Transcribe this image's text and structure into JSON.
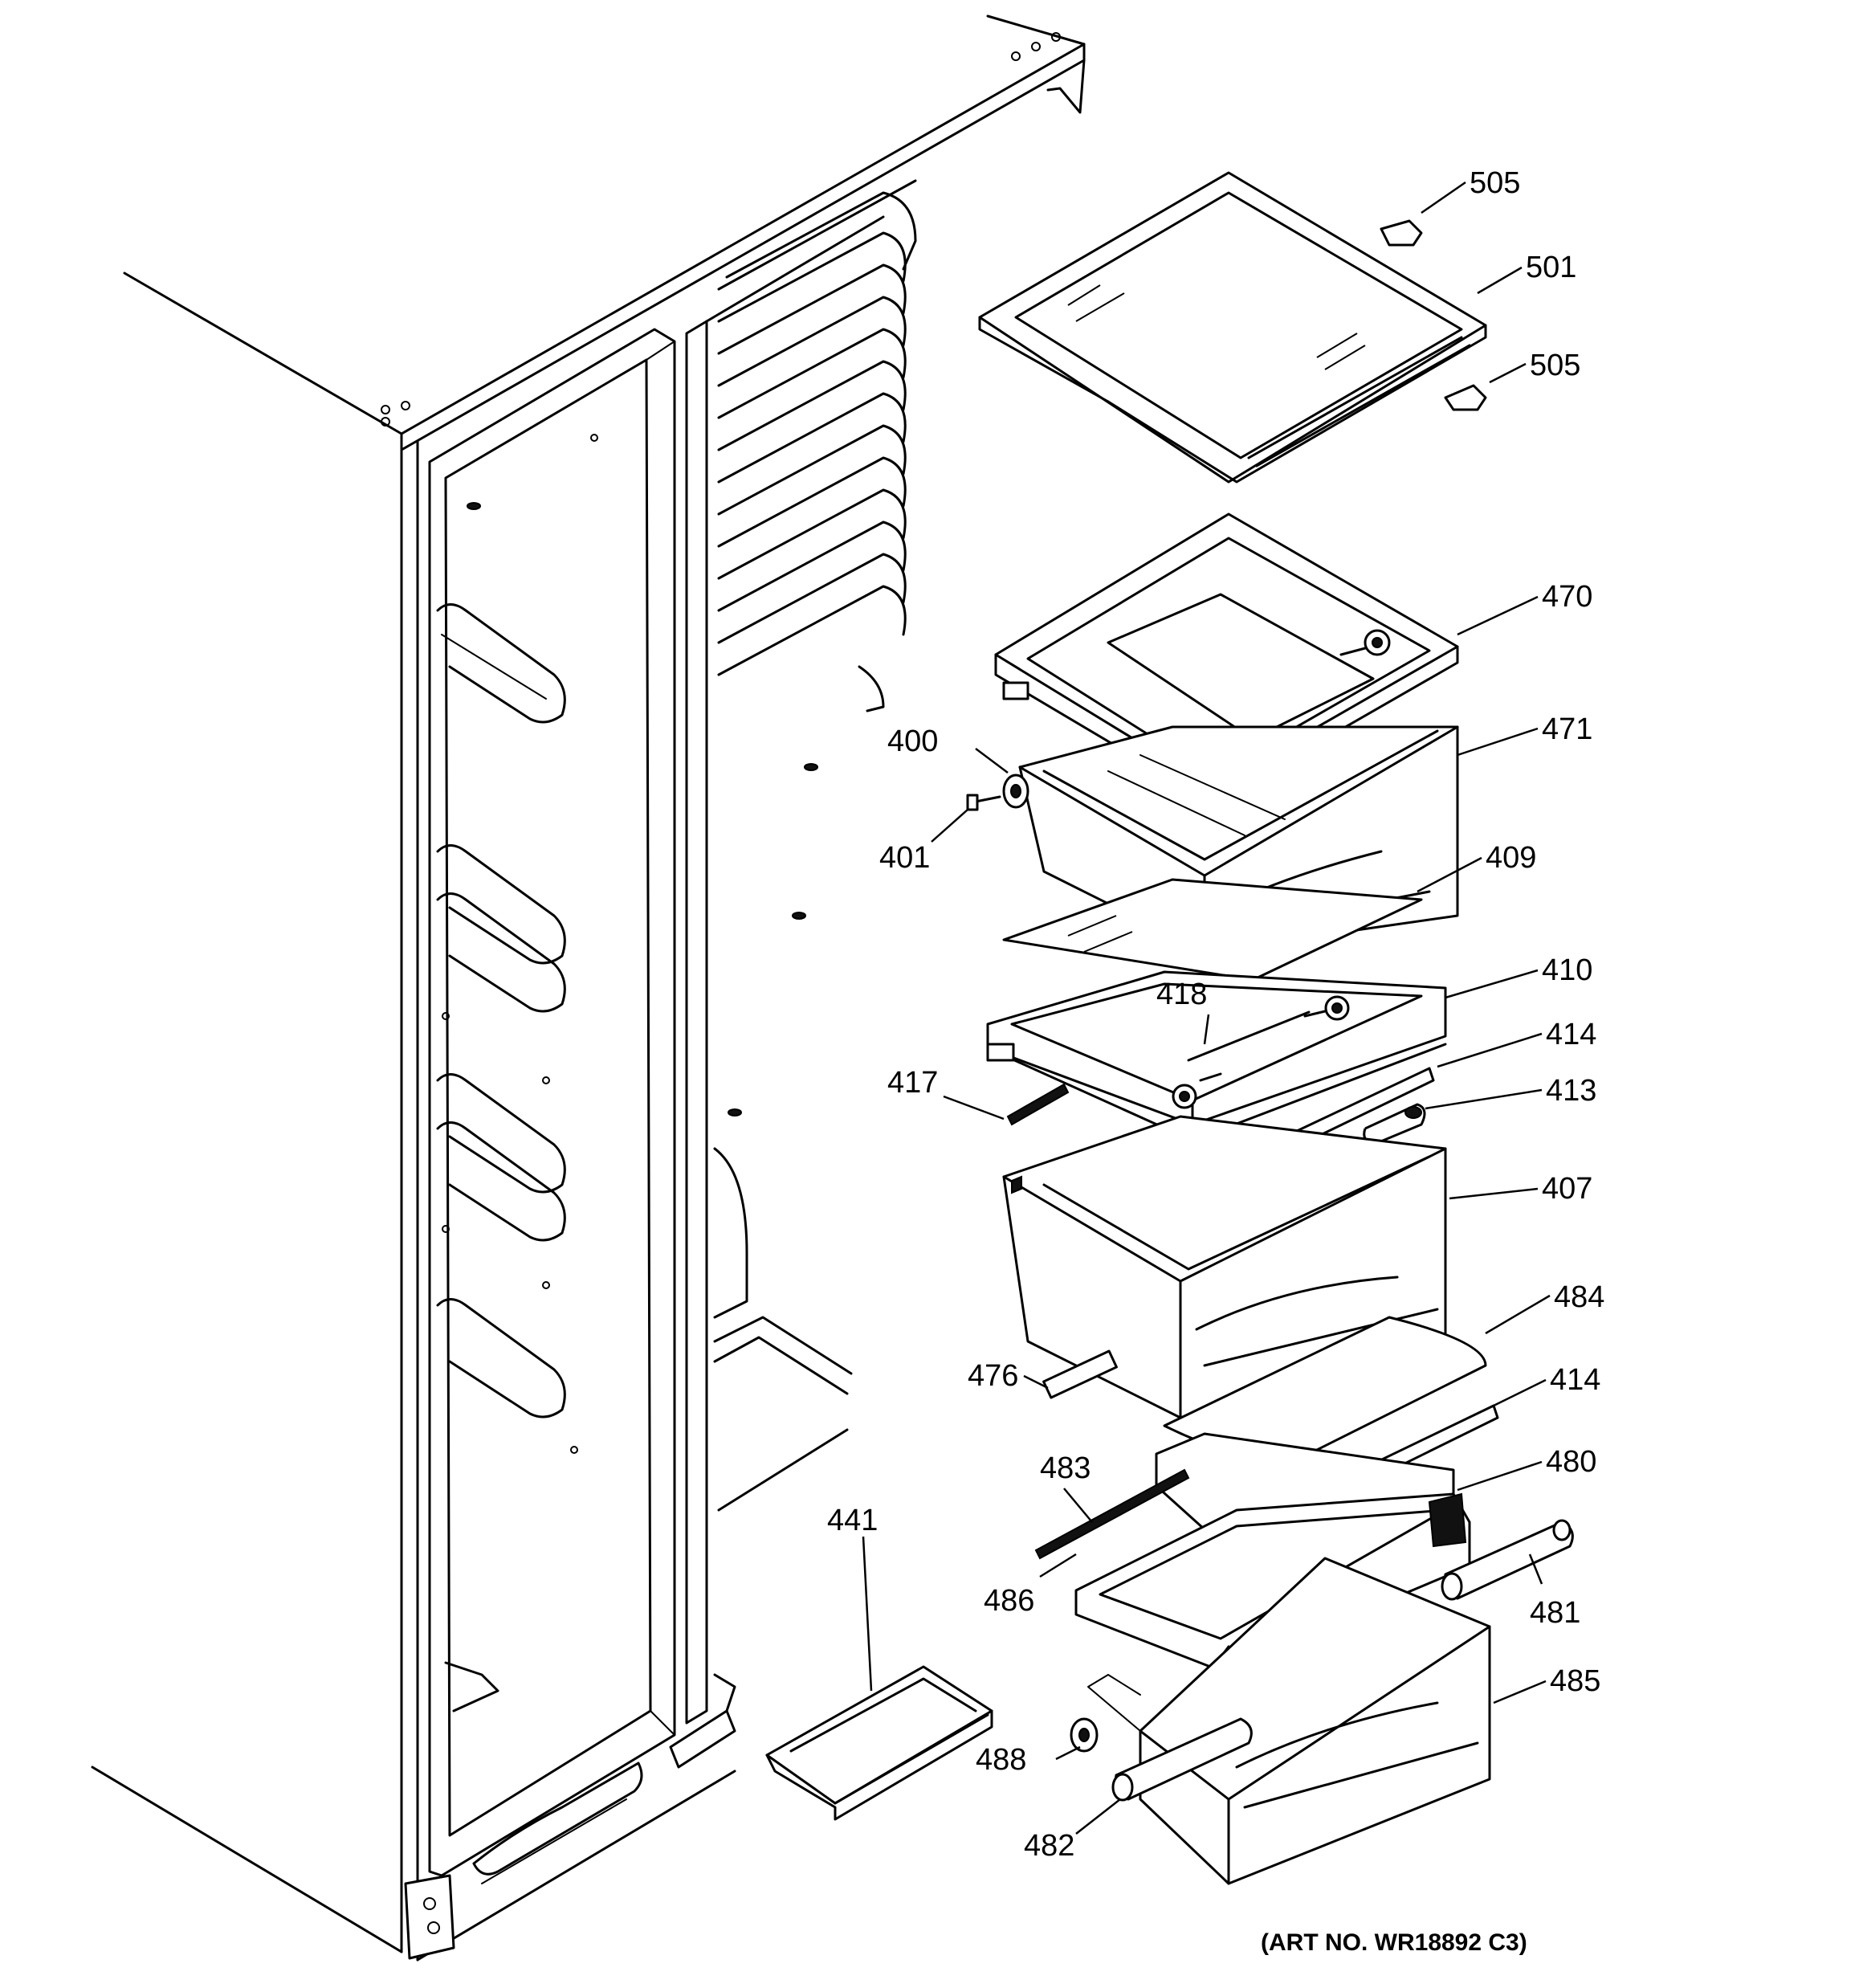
{
  "callouts": [
    {
      "id": "callout-505-top",
      "label": "505"
    },
    {
      "id": "callout-501",
      "label": "501"
    },
    {
      "id": "callout-505-bottom",
      "label": "505"
    },
    {
      "id": "callout-470",
      "label": "470"
    },
    {
      "id": "callout-471",
      "label": "471"
    },
    {
      "id": "callout-400",
      "label": "400"
    },
    {
      "id": "callout-401",
      "label": "401"
    },
    {
      "id": "callout-409",
      "label": "409"
    },
    {
      "id": "callout-410",
      "label": "410"
    },
    {
      "id": "callout-418",
      "label": "418"
    },
    {
      "id": "callout-414-top",
      "label": "414"
    },
    {
      "id": "callout-417",
      "label": "417"
    },
    {
      "id": "callout-413",
      "label": "413"
    },
    {
      "id": "callout-407",
      "label": "407"
    },
    {
      "id": "callout-484",
      "label": "484"
    },
    {
      "id": "callout-476",
      "label": "476"
    },
    {
      "id": "callout-414-bottom",
      "label": "414"
    },
    {
      "id": "callout-483",
      "label": "483"
    },
    {
      "id": "callout-480",
      "label": "480"
    },
    {
      "id": "callout-441",
      "label": "441"
    },
    {
      "id": "callout-486",
      "label": "486"
    },
    {
      "id": "callout-481",
      "label": "481"
    },
    {
      "id": "callout-485",
      "label": "485"
    },
    {
      "id": "callout-488",
      "label": "488"
    },
    {
      "id": "callout-482",
      "label": "482"
    }
  ],
  "art_number": "(ART NO. WR18892 C3)"
}
